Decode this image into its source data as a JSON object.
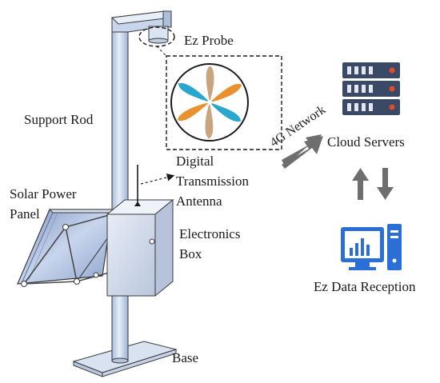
{
  "labels": {
    "ez_probe": "Ez Probe",
    "support_rod": "Support Rod",
    "digital": "Digital",
    "transmission": "Transmission",
    "antenna": "Antenna",
    "solar_line1": "Solar Power",
    "solar_line2": "Panel",
    "electronics_line1": "Electronics",
    "electronics_line2": "Box",
    "base": "Base",
    "network": "4G Network",
    "cloud": "Cloud Servers",
    "data_reception": "Ez Data Reception"
  },
  "colors": {
    "pole_fill": "#cfdcf0",
    "pole_stroke": "#3a3a3a",
    "box_fill": "#d4dced",
    "panel_fill": "#bccbe6",
    "server_dark": "#3a4a66",
    "server_light": "#e4e8ee",
    "server_dot": "#e04b2c",
    "computer_blue": "#2b6fd6",
    "arrow_gray": "#6e6e6e",
    "fan_orange": "#e9912e",
    "fan_cyan": "#2aa7cf",
    "fan_tan": "#c9a57f"
  },
  "icons": [
    "cloud-server-icon",
    "computer-icon",
    "probe-fan-icon"
  ]
}
